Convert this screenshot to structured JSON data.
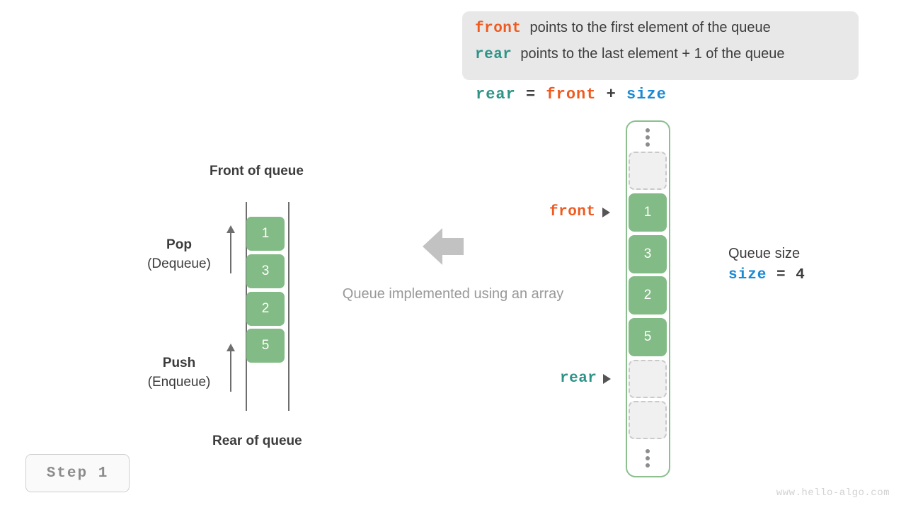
{
  "legend": {
    "lines": [
      {
        "keyword": "front",
        "keyword_color": "#ee5a1f",
        "text": "points to the first element of the queue"
      },
      {
        "keyword": "rear",
        "keyword_color": "#2e9488",
        "text": "points to the last element + 1 of the queue"
      }
    ]
  },
  "formula": {
    "lhs": "rear",
    "eq": " = ",
    "rhs1": "front",
    "plus": " + ",
    "rhs2": "size"
  },
  "left_diagram": {
    "top_label": "Front of queue",
    "bottom_label": "Rear of queue",
    "cells": [
      "1",
      "3",
      "2",
      "5"
    ],
    "pop": {
      "title": "Pop",
      "sub": "(Dequeue)"
    },
    "push": {
      "title": "Push",
      "sub": "(Enqueue)"
    }
  },
  "center": {
    "caption": "Queue implemented using an array",
    "arrow_direction": "left",
    "arrow_color": "#c2c2c2"
  },
  "array_diagram": {
    "ellipsis_top": "vertical-ellipsis",
    "ellipsis_bottom": "vertical-ellipsis",
    "slots": [
      {
        "kind": "empty",
        "value": ""
      },
      {
        "kind": "filled",
        "value": "1"
      },
      {
        "kind": "filled",
        "value": "3"
      },
      {
        "kind": "filled",
        "value": "2"
      },
      {
        "kind": "filled",
        "value": "5"
      },
      {
        "kind": "empty",
        "value": ""
      },
      {
        "kind": "empty",
        "value": ""
      }
    ],
    "pointers": {
      "front": "front",
      "rear": "rear"
    }
  },
  "size_note": {
    "title": "Queue size",
    "keyword": "size",
    "equals": " = ",
    "value": "4"
  },
  "step_badge": "Step 1",
  "watermark": "www.hello-algo.com",
  "colors": {
    "element_green": "#82bb85",
    "container_green": "#8bbf8e",
    "front_orange": "#ee5a1f",
    "rear_teal": "#2e9488",
    "size_blue": "#1a8ad4",
    "gray_text": "#999999",
    "info_bg": "#e8e8e8"
  }
}
